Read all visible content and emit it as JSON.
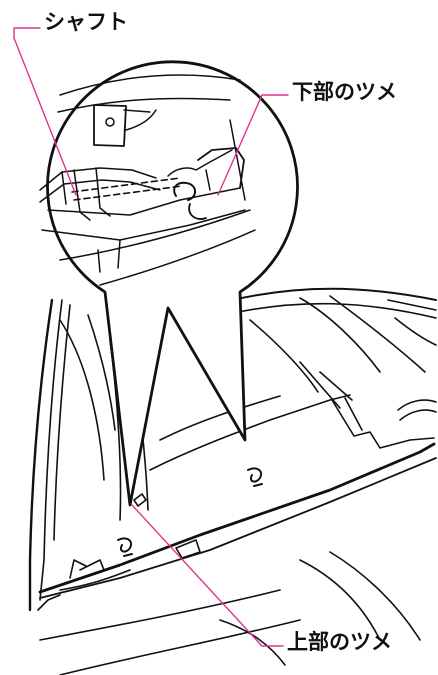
{
  "figure": {
    "labels": {
      "shaft": "シャフト",
      "lower_claw": "下部のツメ",
      "upper_claw": "上部のツメ"
    },
    "colors": {
      "line": "#111111",
      "leader": "#e0338f",
      "background": "#ffffff"
    }
  }
}
